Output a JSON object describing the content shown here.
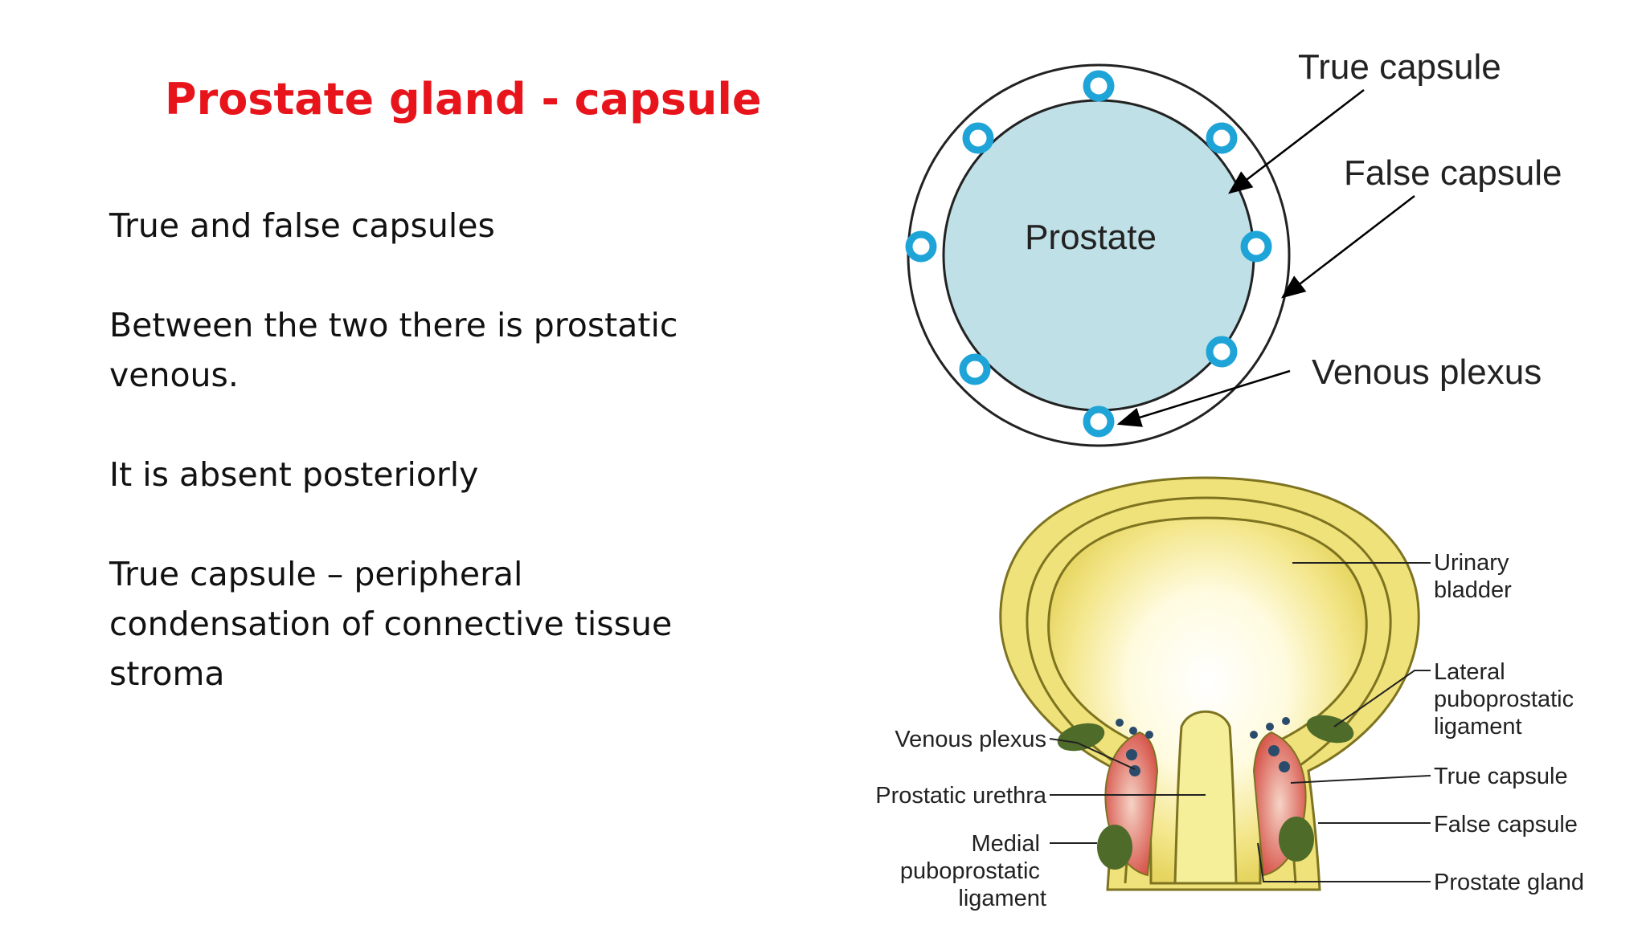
{
  "slide": {
    "title": "Prostate gland - capsule",
    "bullets": [
      "True and false capsules",
      "Between the two there is prostatic venous.",
      "It is absent posteriorly",
      "True capsule – peripheral condensation of connective tissue stroma"
    ]
  },
  "top_diagram": {
    "center_label": "Prostate",
    "labels": {
      "true_capsule": "True capsule",
      "false_capsule": "False capsule",
      "venous_plexus": "Venous plexus"
    },
    "colors": {
      "prostate_fill": "#bfe0e6",
      "vein_ring": "#1fa4d8"
    }
  },
  "bottom_diagram": {
    "right_labels": {
      "urinary_bladder": [
        "Urinary",
        "bladder"
      ],
      "lateral_puboprostatic": [
        "Lateral",
        "puboprostatic",
        "ligament"
      ],
      "true_capsule": "True capsule",
      "false_capsule": "False capsule",
      "prostate_gland": "Prostate gland"
    },
    "left_labels": {
      "venous_plexus": "Venous plexus",
      "prostatic_urethra": "Prostatic urethra",
      "medial_puboprostatic": [
        "Medial",
        "puboprostatic",
        "ligament"
      ]
    },
    "colors": {
      "bladder_wall": "#e4d460",
      "prostate": "#d9534f",
      "ligament": "#4e6b2a"
    }
  }
}
